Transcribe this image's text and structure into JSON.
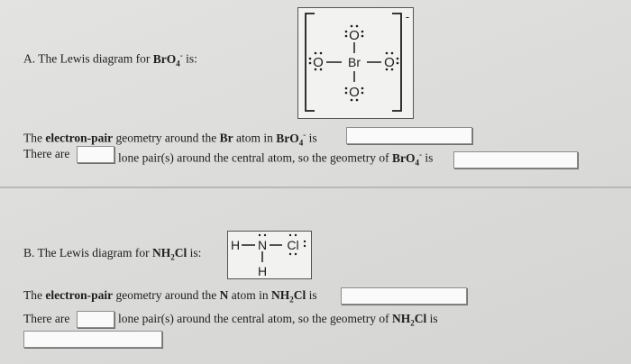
{
  "partA": {
    "lewis_label_prefix": "A. The Lewis diagram for ",
    "formula": "BrO",
    "formula_sub": "4",
    "formula_sup": "-",
    "lewis_label_suffix": " is:",
    "lewis": {
      "top": "O",
      "left": "O",
      "center": "Br",
      "right": "O",
      "bottom": "O",
      "charge": "-"
    },
    "q1_prefix": "The ",
    "q1_bold": "electron-pair",
    "q1_middle": " geometry around the ",
    "q1_atom": "Br",
    "q1_after_atom": " atom in ",
    "q1_suffix": " is",
    "q2_prefix": "There are",
    "q2_middle": "lone pair(s) around the central atom, so the geometry of ",
    "q2_suffix": " is"
  },
  "partB": {
    "lewis_label_prefix": "B. The Lewis diagram for ",
    "formula_a": "NH",
    "formula_sub": "2",
    "formula_b": "Cl",
    "lewis_label_suffix": " is:",
    "lewis": {
      "left": "H",
      "center": "N",
      "right": "Cl",
      "bottom": "H"
    },
    "q1_prefix": "The ",
    "q1_bold": "electron-pair",
    "q1_middle": " geometry around the ",
    "q1_atom": "N",
    "q1_after_atom": " atom in ",
    "q1_suffix": " is",
    "q2_prefix": "There are",
    "q2_middle": "lone pair(s) around the central atom, so the geometry of ",
    "q2_suffix": " is"
  }
}
